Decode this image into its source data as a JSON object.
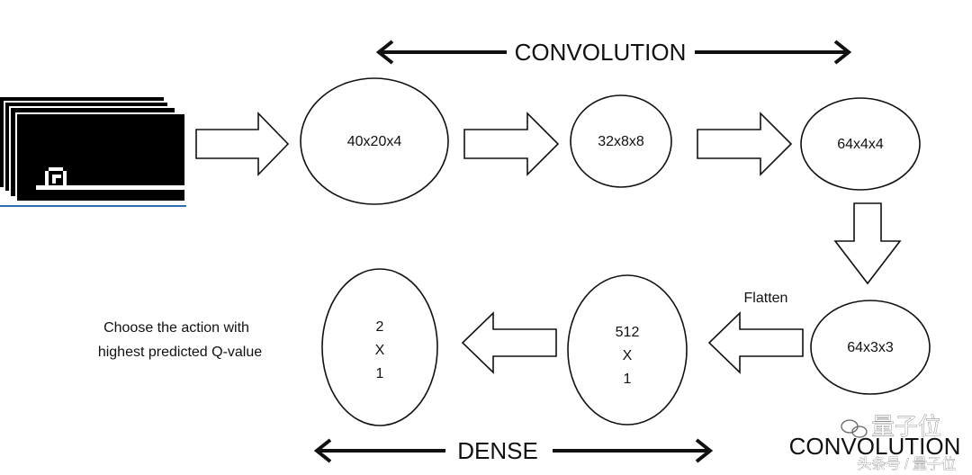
{
  "layers": {
    "conv1": "40x20x4",
    "conv2": "32x8x8",
    "conv3": "64x4x4",
    "conv4": "64x3x3",
    "dense1": {
      "l1": "512",
      "l2": "X",
      "l3": "1"
    },
    "dense2": {
      "l1": "2",
      "l2": "X",
      "l3": "1"
    }
  },
  "labels": {
    "top_convolution": "CONVOLUTION",
    "bottom_dense": "DENSE",
    "bottom_convolution": "CONVOLUTION",
    "flatten": "Flatten",
    "choose_line1": "Choose the action with",
    "choose_line2": "highest predicted Q-value"
  },
  "watermark": {
    "top": "量子位",
    "bottom": "头条号 / 量子位"
  }
}
